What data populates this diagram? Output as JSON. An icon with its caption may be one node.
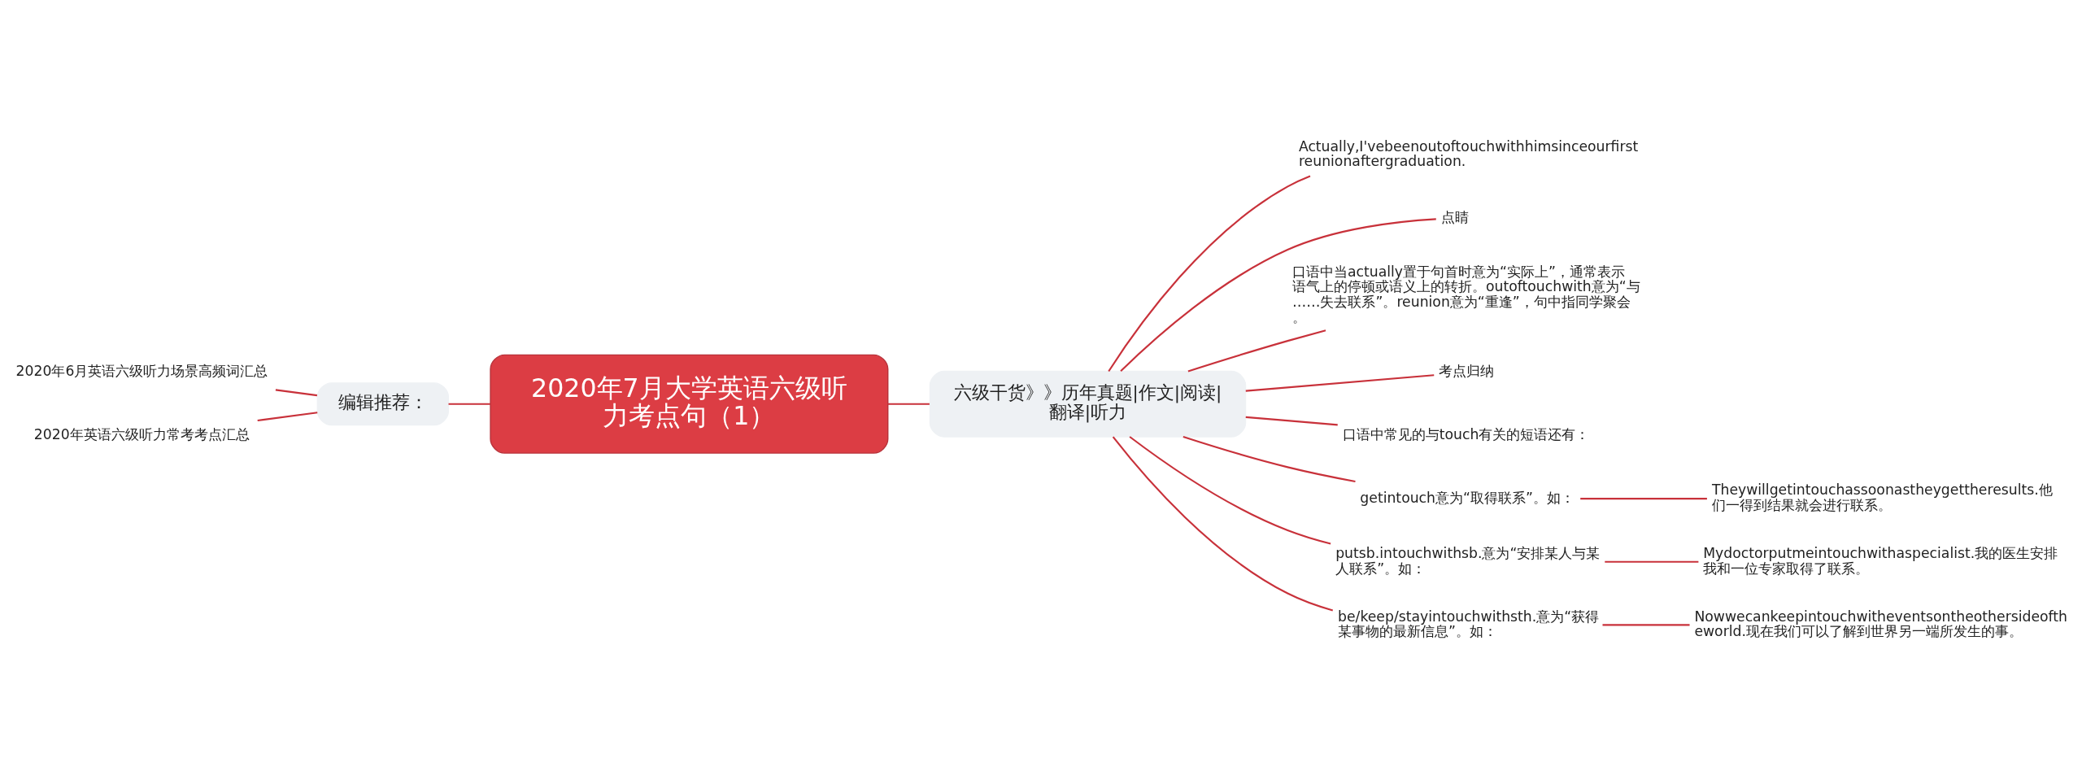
{
  "diagram": {
    "nodes": [
      {
        "text": [
          "2020年7月大学英语六级听力考点句（1）"
        ]
      },
      {
        "text": [
          "编辑推荐："
        ]
      },
      {
        "text": [
          "2020年6月英语六级听力场景高频词汇总"
        ]
      },
      {
        "text": [
          "2020年英语六级听力常考考点汇总"
        ]
      },
      {
        "text": [
          "六级干货》》历年真题|作文|阅读|翻译|听力"
        ]
      },
      {
        "text": [
          "Actually,I'vebeenoutoftouchwithhimsinceourfirstreunionaftergraduation."
        ]
      },
      {
        "text": [
          "点睛"
        ]
      },
      {
        "text": [
          "口语中当actually置于句首时意为“实际上”，通常表示语气上的停顿或语义上的转折。outoftouchwith意为“与……失去联系”。reunion意为“重逢”，句中指同学聚会。"
        ]
      },
      {
        "text": [
          "考点归纳"
        ]
      },
      {
        "text": [
          "口语中常见的与touch有关的短语还有："
        ]
      },
      {
        "text": [
          "getintouch意为“取得联系”。如："
        ]
      },
      {
        "text": [
          "Theywillgetintouchassoonastheygettheresults.他们一得到结果就会进行联系。"
        ]
      },
      {
        "text": [
          "putsb.intouchwithsb.意为“安排某人与某人联系”。如："
        ]
      },
      {
        "text": [
          "Mydoctorputmeintouchwithaspecialist.我的医生安排我和一位专家取得了联系。"
        ]
      },
      {
        "text": [
          "be/keep/stayintouchwithsth.意为“获得某事物的最新信息”。如："
        ]
      },
      {
        "text": [
          "Nowwecankeepintouchwitheventsontheothersideoftheworld.现在我们可以了解到世界另一端所发生的事。"
        ]
      }
    ],
    "edges": [
      {
        "from": 0,
        "to": 1,
        "arrow": "none"
      },
      {
        "from": 1,
        "to": 2,
        "arrow": "none"
      },
      {
        "from": 1,
        "to": 3,
        "arrow": "none"
      },
      {
        "from": 0,
        "to": 4,
        "arrow": "none"
      },
      {
        "from": 4,
        "to": 5,
        "arrow": "none"
      },
      {
        "from": 4,
        "to": 6,
        "arrow": "none"
      },
      {
        "from": 4,
        "to": 7,
        "arrow": "none"
      },
      {
        "from": 4,
        "to": 8,
        "arrow": "none"
      },
      {
        "from": 4,
        "to": 9,
        "arrow": "none"
      },
      {
        "from": 4,
        "to": 10,
        "arrow": "none"
      },
      {
        "from": 4,
        "to": 12,
        "arrow": "none"
      },
      {
        "from": 4,
        "to": 14,
        "arrow": "none"
      },
      {
        "from": 10,
        "to": 11,
        "arrow": "none"
      },
      {
        "from": 12,
        "to": 13,
        "arrow": "none"
      },
      {
        "from": 14,
        "to": 15,
        "arrow": "none"
      }
    ]
  }
}
